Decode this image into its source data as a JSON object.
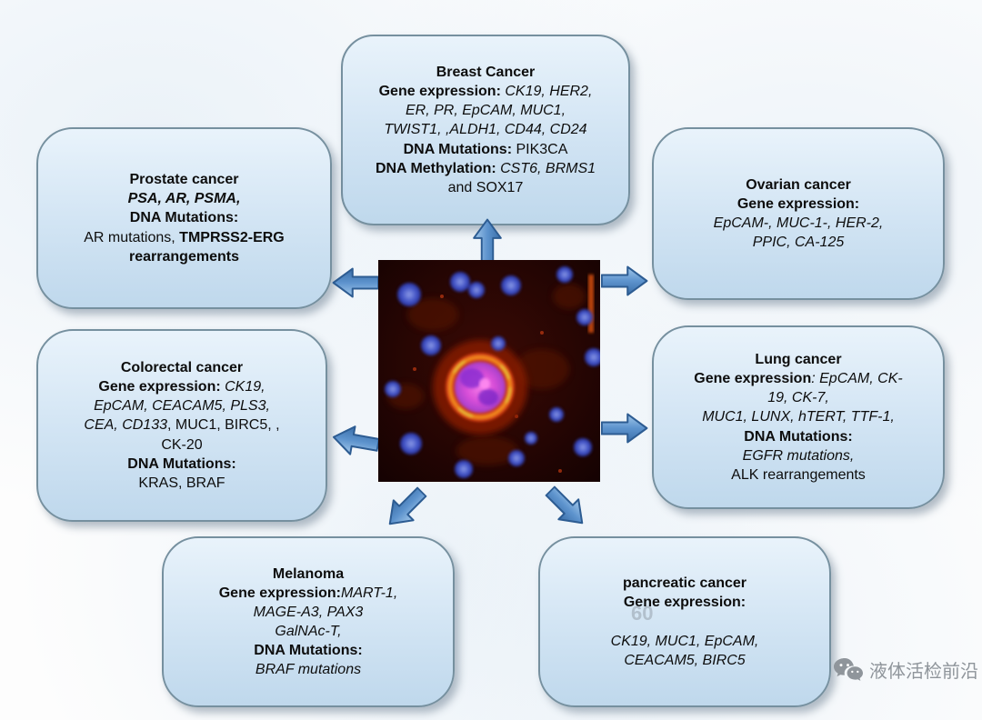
{
  "colors": {
    "box_fill_top": "#e9f3fb",
    "box_fill_bottom": "#bfd8ec",
    "box_border": "#76909f",
    "arrow_fill": "#5d93cd",
    "arrow_border": "#2d5c92",
    "text": "#0d0d0d",
    "watermark_gray": "#8f959b"
  },
  "boxes": [
    {
      "id": "breast",
      "lines": [
        [
          {
            "t": "Breast Cancer",
            "b": true
          }
        ],
        [
          {
            "t": "Gene expression",
            "b": true
          },
          {
            "t": ": ",
            "b": true
          },
          {
            "t": "CK19, HER2,",
            "i": true
          }
        ],
        [
          {
            "t": "ER, PR, EpCAM, MUC1,",
            "i": true
          }
        ],
        [
          {
            "t": "TWIST1, ,ALDH1, CD44, CD24",
            "i": true
          }
        ],
        [
          {
            "t": "DNA Mutations:",
            "b": true
          },
          {
            "t": " PIK3CA"
          }
        ],
        [
          {
            "t": "DNA Methylation: ",
            "b": true
          },
          {
            "t": "CST6, BRMS1",
            "i": true
          }
        ],
        [
          {
            "t": "and SOX17"
          }
        ]
      ]
    },
    {
      "id": "prostate",
      "lines": [
        [
          {
            "t": "Prostate cancer",
            "b": true
          }
        ],
        [
          {
            "t": "PSA, AR,  PSMA,",
            "b": true,
            "i": true
          }
        ],
        [
          {
            "t": "DNA Mutations:",
            "b": true
          }
        ],
        [
          {
            "t": "AR mutations, "
          },
          {
            "t": "TMPRSS2-ERG",
            "b": true
          }
        ],
        [
          {
            "t": "rearrangements",
            "b": true
          }
        ]
      ]
    },
    {
      "id": "ovarian",
      "lines": [
        [
          {
            "t": "Ovarian cancer",
            "b": true
          }
        ],
        [
          {
            "t": "Gene expression:",
            "b": true
          }
        ],
        [
          {
            "t": "EpCAM-, MUC-1-, HER-2,",
            "i": true
          }
        ],
        [
          {
            "t": "PPIC, CA-125",
            "i": true
          }
        ]
      ]
    },
    {
      "id": "colorectal",
      "lines": [
        [
          {
            "t": "Colorectal cancer",
            "b": true
          }
        ],
        [
          {
            "t": "Gene expression: ",
            "b": true
          },
          {
            "t": "CK19,",
            "i": true
          }
        ],
        [
          {
            "t": "EpCAM, CEACAM5, PLS3,",
            "i": true
          }
        ],
        [
          {
            "t": "CEA, CD133",
            "i": true
          },
          {
            "t": ", MUC1, BIRC5, ,"
          }
        ],
        [
          {
            "t": "CK-20"
          }
        ],
        [
          {
            "t": "DNA Mutations:",
            "b": true
          }
        ],
        [
          {
            "t": "KRAS, BRAF"
          }
        ]
      ]
    },
    {
      "id": "lung",
      "lines": [
        [
          {
            "t": "Lung cancer",
            "b": true
          }
        ],
        [
          {
            "t": "Gene expression",
            "b": true
          },
          {
            "t": ": EpCAM, CK-",
            "i": true
          }
        ],
        [
          {
            "t": "19, CK-7,",
            "i": true
          }
        ],
        [
          {
            "t": "MUC1, LUNX, hTERT, TTF-1,",
            "i": true
          }
        ],
        [
          {
            "t": "DNA Mutations:",
            "b": true
          }
        ],
        [
          {
            "t": "EGFR mutations,",
            "i": true
          }
        ],
        [
          {
            "t": "ALK rearrangements"
          }
        ]
      ]
    },
    {
      "id": "melanoma",
      "lines": [
        [
          {
            "t": "Melanoma",
            "b": true
          }
        ],
        [
          {
            "t": "Gene expression:",
            "b": true
          },
          {
            "t": "MART-1,",
            "i": true
          }
        ],
        [
          {
            "t": "MAGE-A3, PAX3",
            "i": true
          }
        ],
        [
          {
            "t": "GalNAc-T,",
            "i": true
          }
        ],
        [
          {
            "t": "DNA Mutations:",
            "b": true
          }
        ],
        [
          {
            "t": "BRAF mutations",
            "i": true
          }
        ]
      ]
    },
    {
      "id": "pancreatic",
      "lines": [
        [
          {
            "t": "pancreatic cancer",
            "b": true
          }
        ],
        [
          {
            "t": "Gene expression:",
            "b": true
          }
        ],
        [],
        [
          {
            "t": "CK19, MUC1, EpCAM,",
            "i": true
          }
        ],
        [
          {
            "t": "CEACAM5, BIRC5",
            "i": true
          }
        ]
      ]
    }
  ],
  "watermark": {
    "brand_text": "液体活检前沿",
    "faint_number": "60"
  }
}
